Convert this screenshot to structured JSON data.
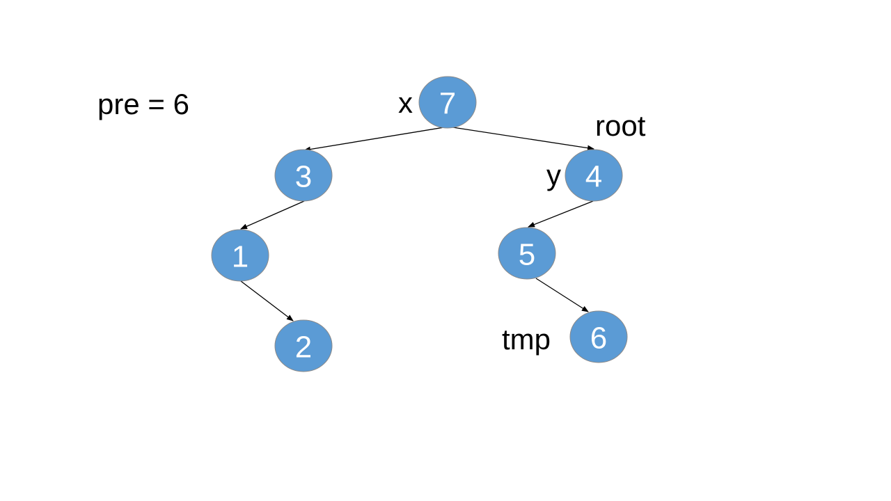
{
  "diagram": {
    "pre_label": "pre = 6",
    "node_color": "#5b9bd5",
    "nodes": [
      {
        "id": "n7",
        "value": "7"
      },
      {
        "id": "n3",
        "value": "3"
      },
      {
        "id": "n4",
        "value": "4"
      },
      {
        "id": "n1",
        "value": "1"
      },
      {
        "id": "n5",
        "value": "5"
      },
      {
        "id": "n2",
        "value": "2"
      },
      {
        "id": "n6",
        "value": "6"
      }
    ],
    "edges": [
      {
        "from": "n7",
        "to": "n3"
      },
      {
        "from": "n7",
        "to": "n4"
      },
      {
        "from": "n3",
        "to": "n1"
      },
      {
        "from": "n1",
        "to": "n2"
      },
      {
        "from": "n4",
        "to": "n5"
      },
      {
        "from": "n5",
        "to": "n6"
      }
    ],
    "pointer_labels": {
      "x": "x",
      "root": "root",
      "y": "y",
      "tmp": "tmp"
    }
  }
}
